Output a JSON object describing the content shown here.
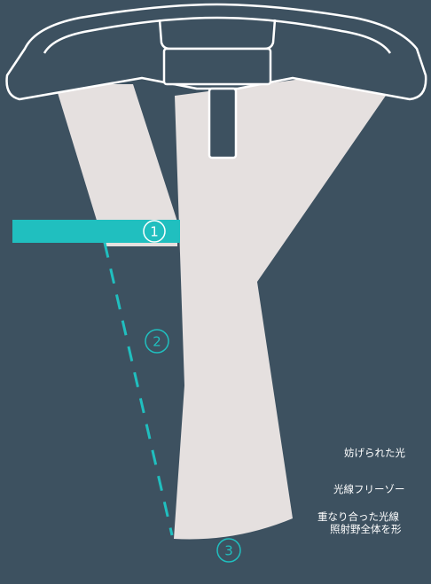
{
  "markers": [
    {
      "number": "1"
    },
    {
      "number": "2"
    },
    {
      "number": "3"
    }
  ],
  "captions": [
    "妨げられた光",
    "光線フリーゾー",
    "重なり合った光線",
    "照射野全体を形"
  ],
  "colors": {
    "background": "#3d5160",
    "beam": "#e5e0df",
    "accent": "#20bfbf",
    "lamp_outline": "#ffffff"
  }
}
